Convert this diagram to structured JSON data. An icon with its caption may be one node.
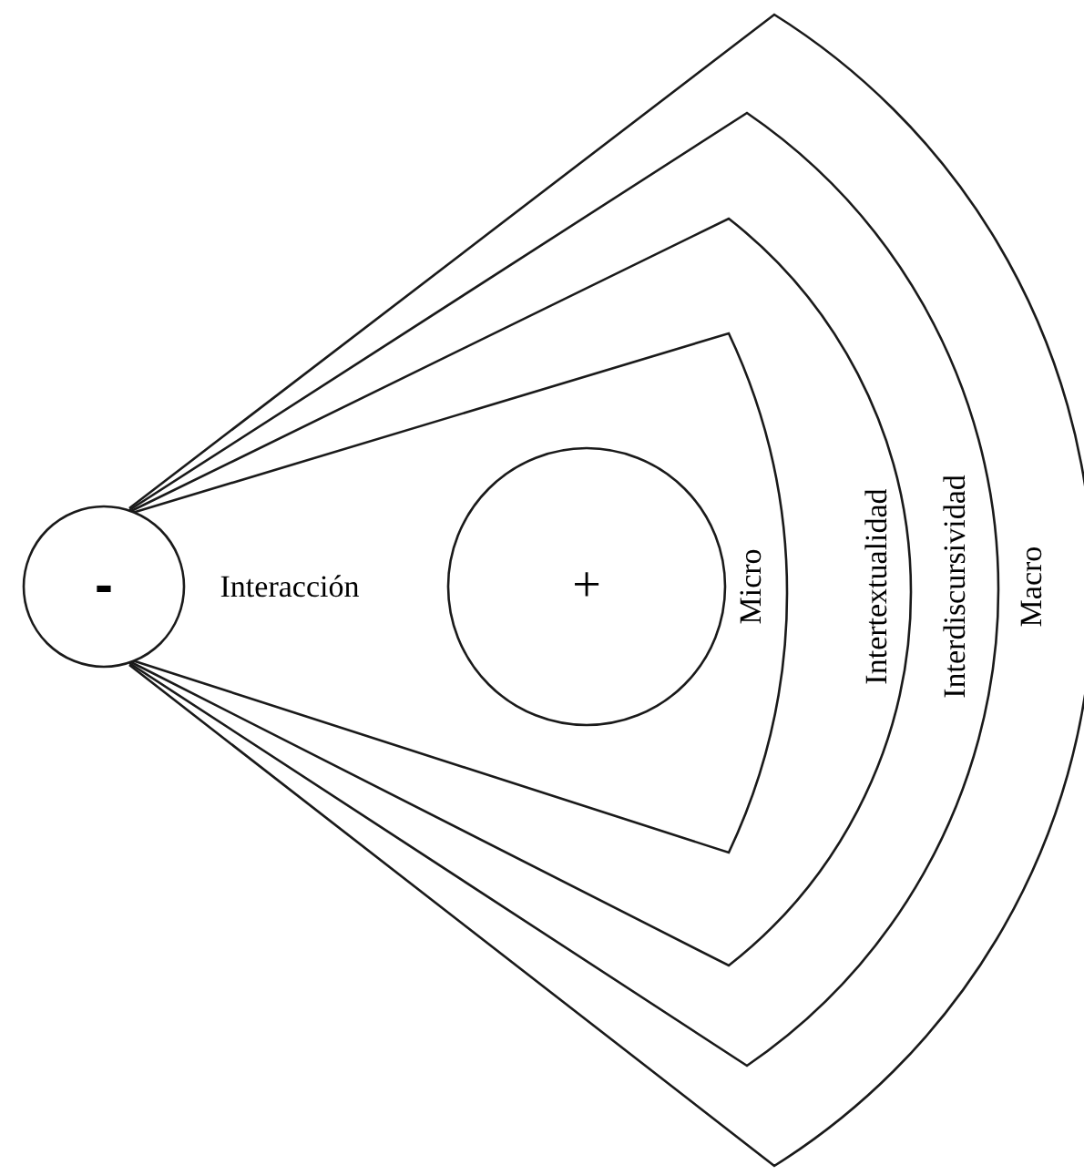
{
  "diagram": {
    "nodes": [
      {
        "text": [
          "Macro"
        ]
      },
      {
        "text": [
          "Interdiscursividad"
        ],
        "in": 0
      },
      {
        "text": [
          "Intertextualidad"
        ],
        "in": 1
      },
      {
        "text": [
          "Micro"
        ],
        "in": 2
      },
      {
        "text": [
          "+"
        ],
        "in": 3
      },
      {
        "text": [
          "-"
        ]
      }
    ],
    "labels": [
      "Interacción"
    ]
  }
}
